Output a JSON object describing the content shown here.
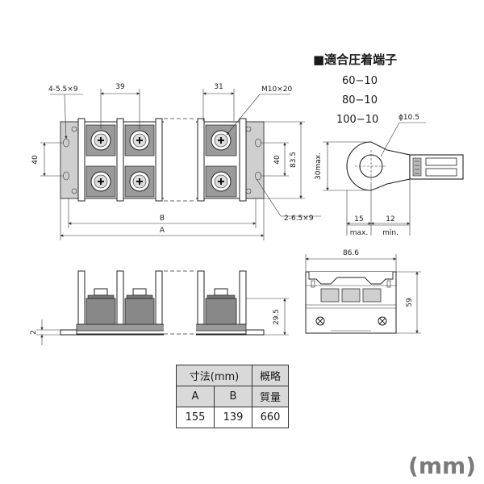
{
  "terminal_box": {
    "title": "■適合圧着端子",
    "sizes": [
      "60−10",
      "80−10",
      "100−10"
    ],
    "hole_dim": "ϕ10.5",
    "dim_30max": "30max.",
    "dim_15": "15",
    "dim_15_sub": "max.",
    "dim_12": "12",
    "dim_12_sub": "min."
  },
  "top_view": {
    "hole_label": "4-5.5×9",
    "pitch_left": "39",
    "pitch_right": "31",
    "screw": "M10×20",
    "height_left": "40",
    "height_right_inner": "40",
    "height_right_outer": "83.5",
    "slot_label": "2-6.5×9",
    "dim_b": "B",
    "dim_a": "A"
  },
  "front_view": {
    "base_thickness": "2",
    "height": "29.5"
  },
  "side_view": {
    "width": "86.6",
    "height": "59"
  },
  "table": {
    "header_dims": "寸法(mm)",
    "header_mass_1": "概略",
    "header_mass_2": "質量",
    "col_a": "A",
    "col_b": "B",
    "value_a": "155",
    "value_b": "139",
    "value_mass": "660"
  },
  "unit": "(mm)"
}
